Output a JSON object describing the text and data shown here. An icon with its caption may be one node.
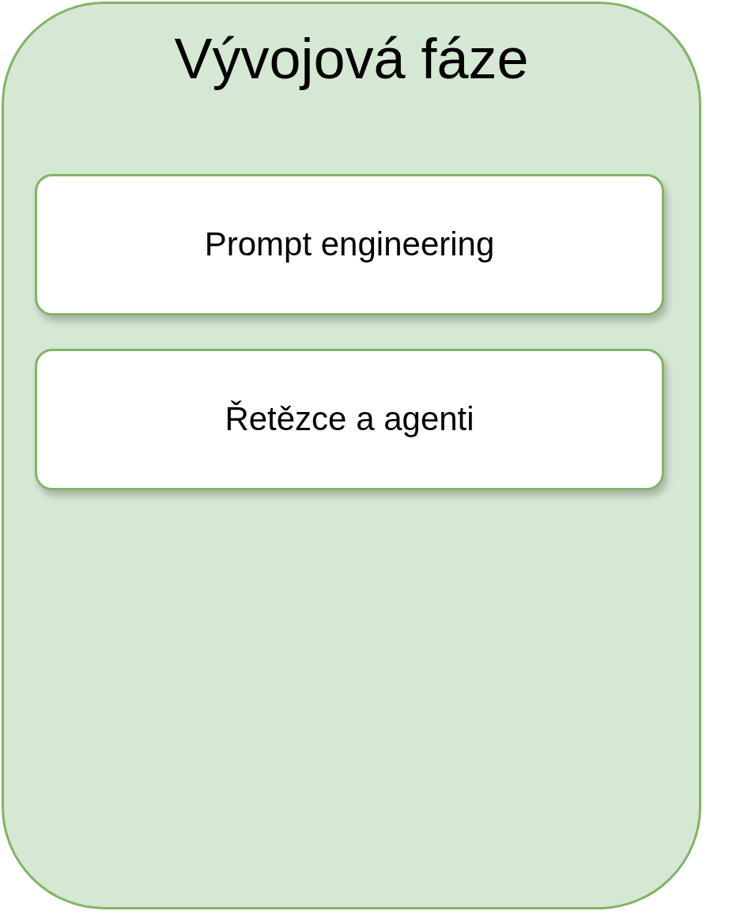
{
  "diagram": {
    "nodes": [
      {
        "text": [
          "Vývojová fáze"
        ]
      },
      {
        "text": [
          "Prompt engineering"
        ],
        "in": 0
      },
      {
        "text": [
          "Řetězce a agenti"
        ],
        "in": 0
      }
    ],
    "edges": []
  }
}
